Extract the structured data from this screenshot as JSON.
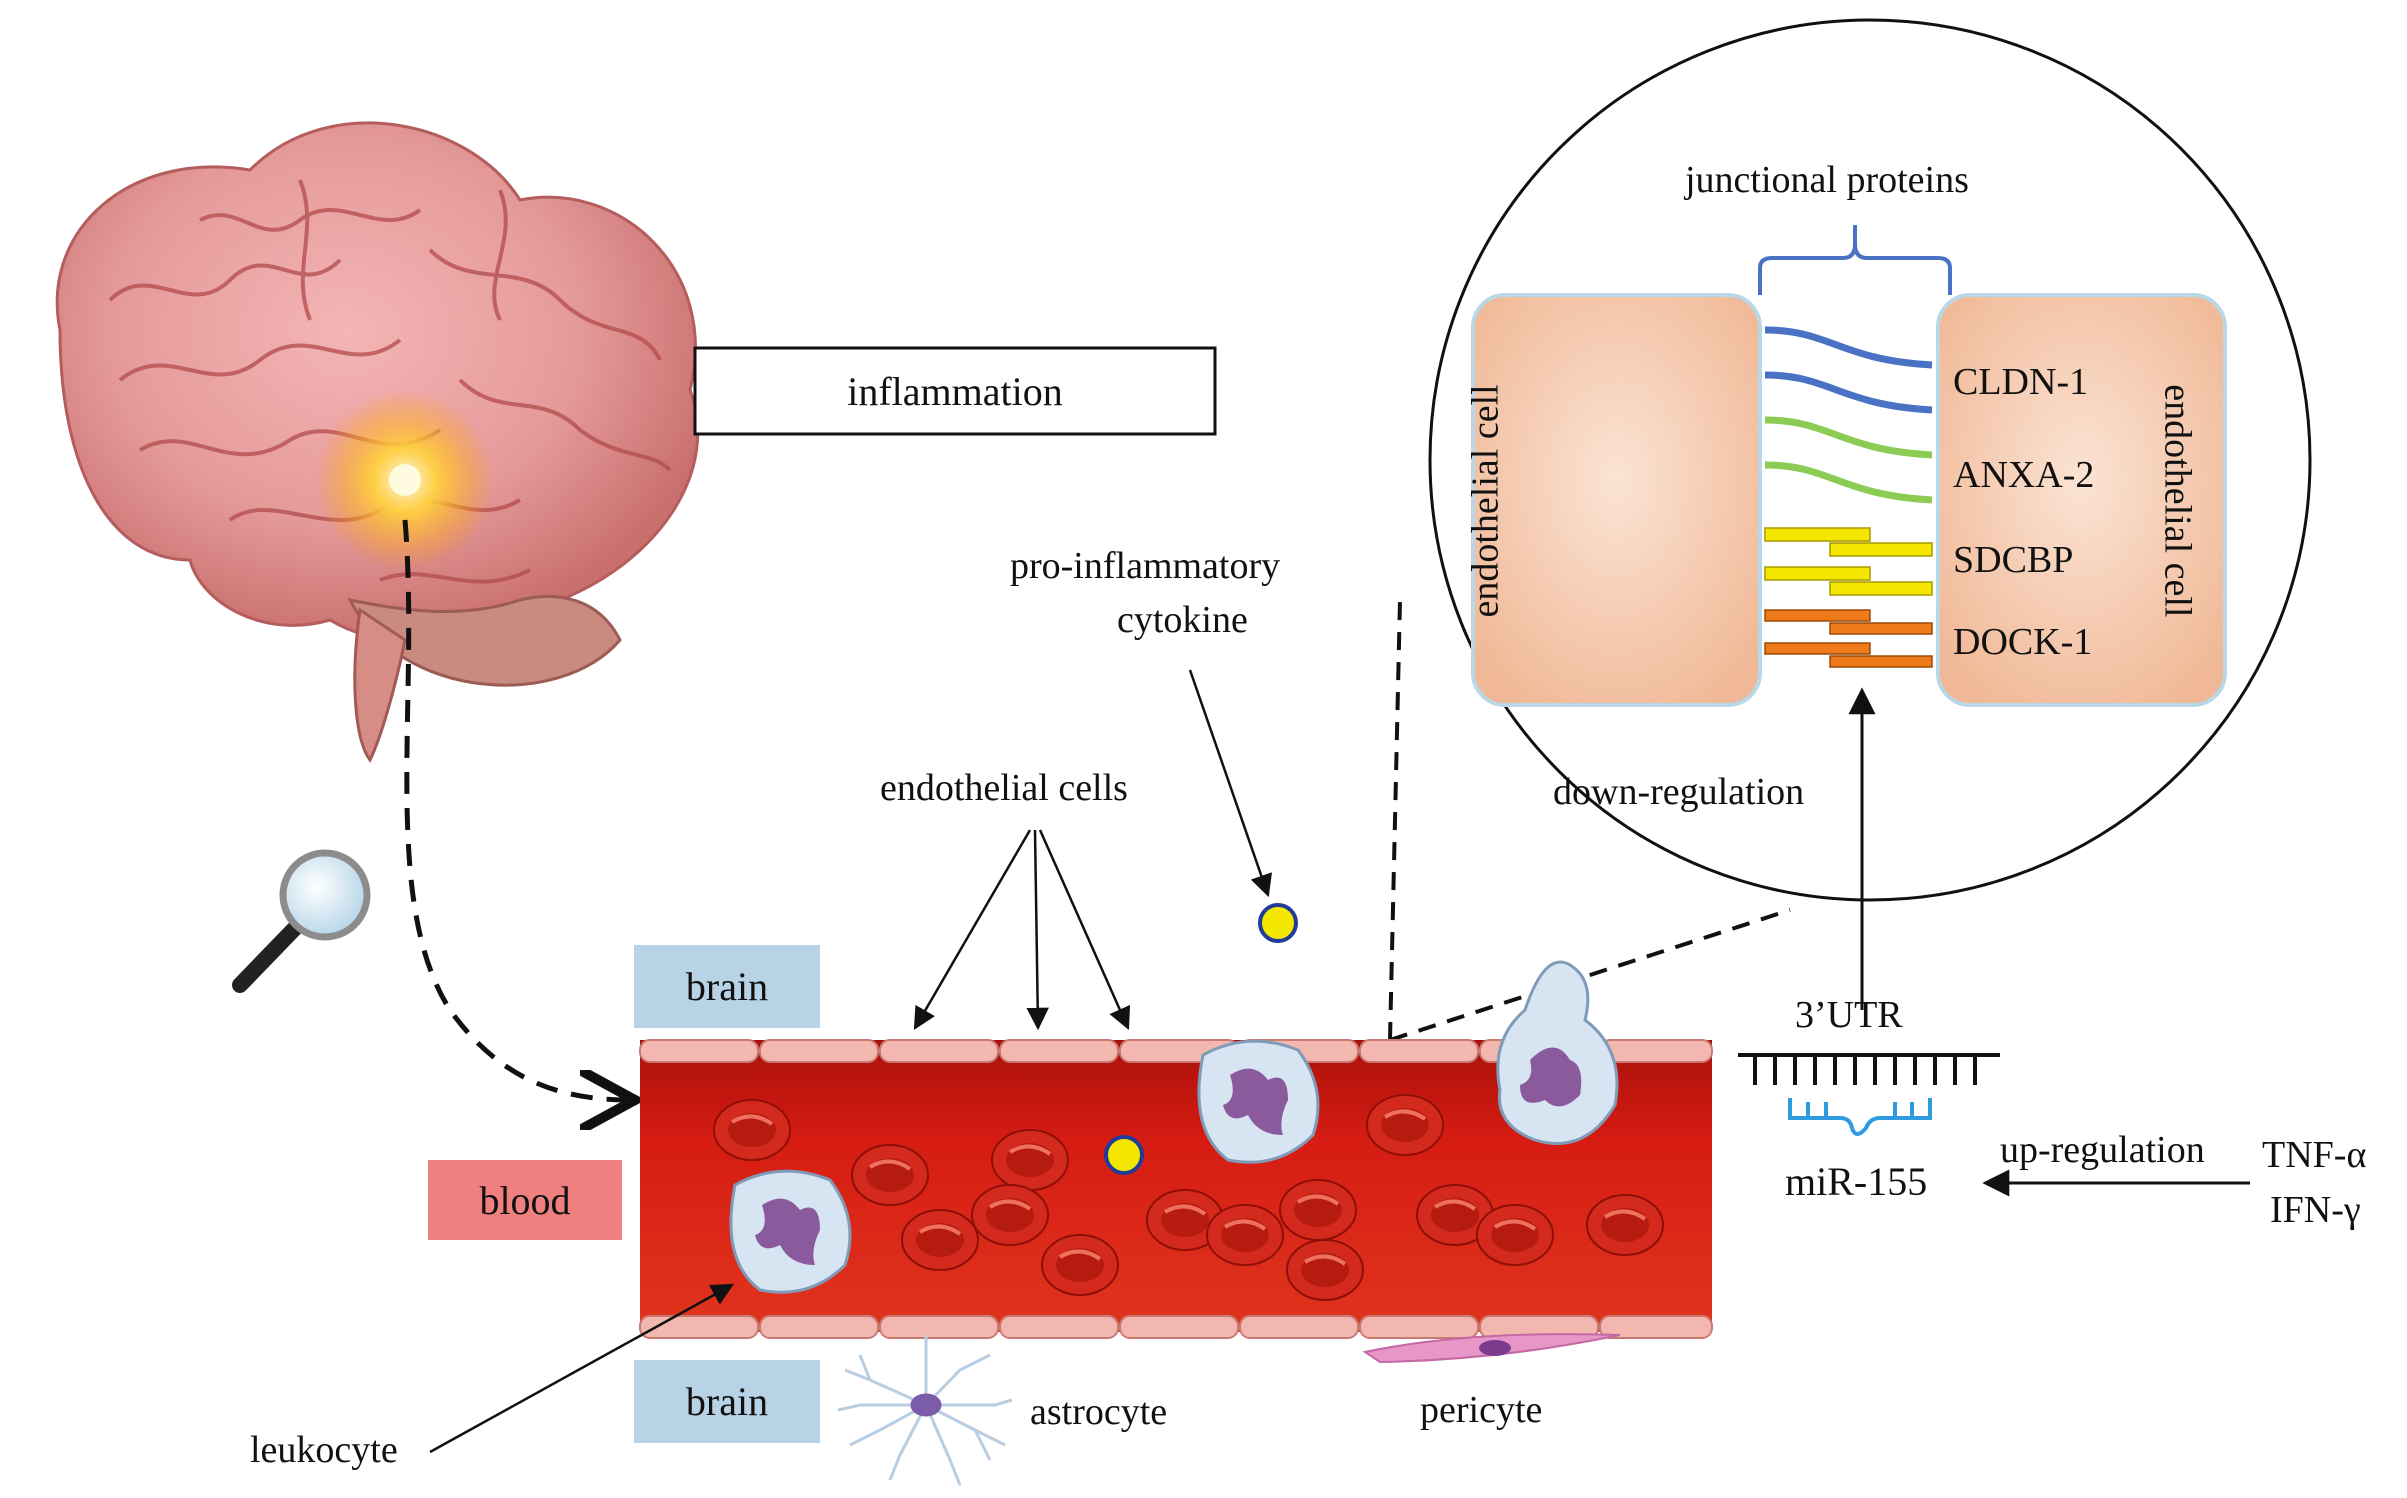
{
  "labels": {
    "inflammation": "inflammation",
    "junctional_proteins": "junctional proteins",
    "endothelial_cell_left": "endothelial cell",
    "endothelial_cell_right": "endothelial cell",
    "down_regulation": "down-regulation",
    "pro_inflammatory_line1": "pro-inflammatory",
    "pro_inflammatory_line2": "cytokine",
    "endothelial_cells": "endothelial cells",
    "brain_top": "brain",
    "brain_bottom": "brain",
    "blood": "blood",
    "leukocyte": "leukocyte",
    "astrocyte": "astrocyte",
    "pericyte": "pericyte",
    "utr": "3’UTR",
    "mir155": "miR-155",
    "up_regulation": "up-regulation",
    "tnf": "TNF-α",
    "ifn": "IFN-γ"
  },
  "proteins": [
    "CLDN-1",
    "ANXA-2",
    "SDCBP",
    "DOCK-1"
  ],
  "colors": {
    "brain_box": "#b8d3e6",
    "blood_box": "#f08080",
    "vessel_red": "#d81e14",
    "vessel_dark": "#b3130c",
    "endothelium": "#f2b8b0",
    "rbc": "#d42a1e",
    "leukocyte": "#d7e4f2",
    "nucleus": "#8a5a9c",
    "cytokine": "#f5e600",
    "claudin": "#4a72c4",
    "annexin": "#8ccc55",
    "sdcbp": "#f5e600",
    "dock": "#ee7a1a",
    "cell_fill": "#f6c7a8",
    "mirna": "#2e9be0"
  }
}
